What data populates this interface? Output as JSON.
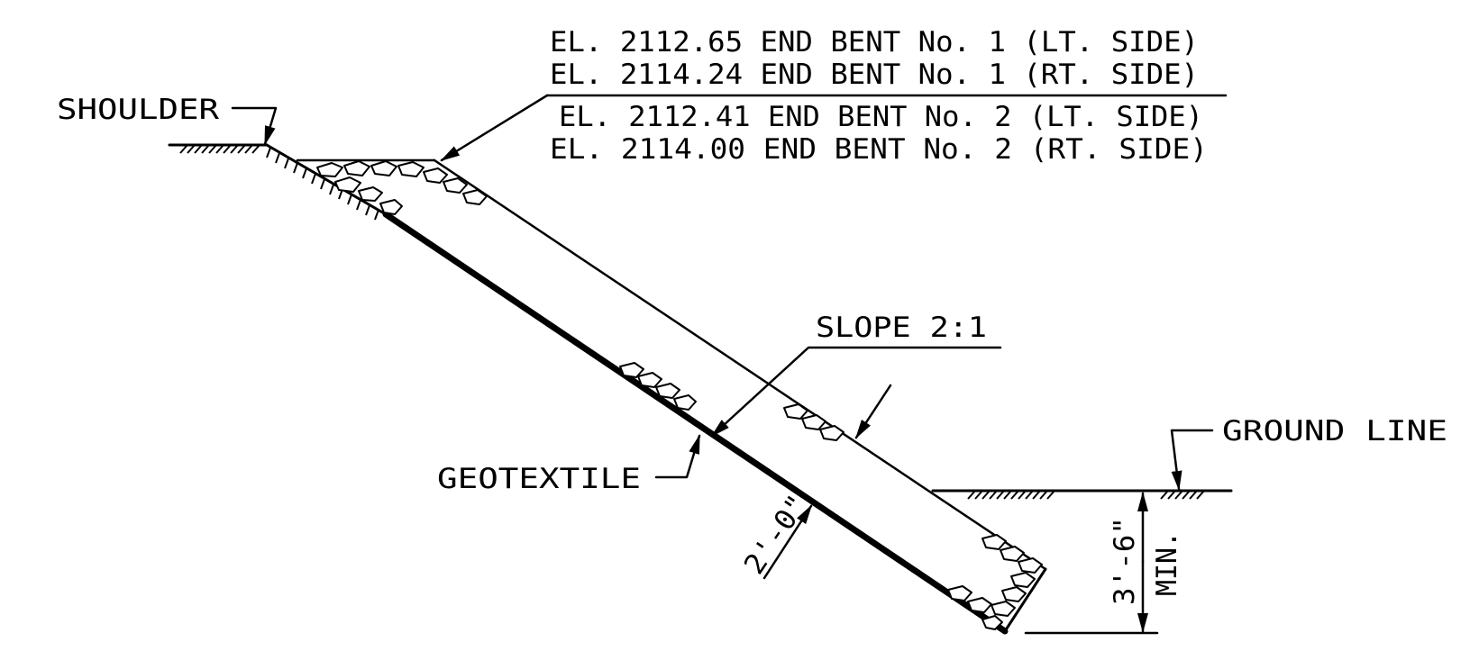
{
  "elevation_notes": [
    "EL. 2112.65 END BENT No. 1 (LT. SIDE)",
    "EL. 2114.24 END BENT No. 1 (RT. SIDE)",
    "EL. 2112.41 END BENT No. 2 (LT. SIDE)",
    "EL. 2114.00 END BENT No. 2 (RT. SIDE)"
  ],
  "labels": {
    "shoulder": "SHOULDER",
    "slope": "SLOPE 2:1",
    "geotextile": "GEOTEXTILE",
    "ground_line": "GROUND LINE"
  },
  "dimensions": {
    "thickness": "2'-0\"",
    "depth": "3'-6\"",
    "depth_note": "MIN."
  },
  "colors": {
    "ink": "#000000",
    "background": "#ffffff"
  }
}
